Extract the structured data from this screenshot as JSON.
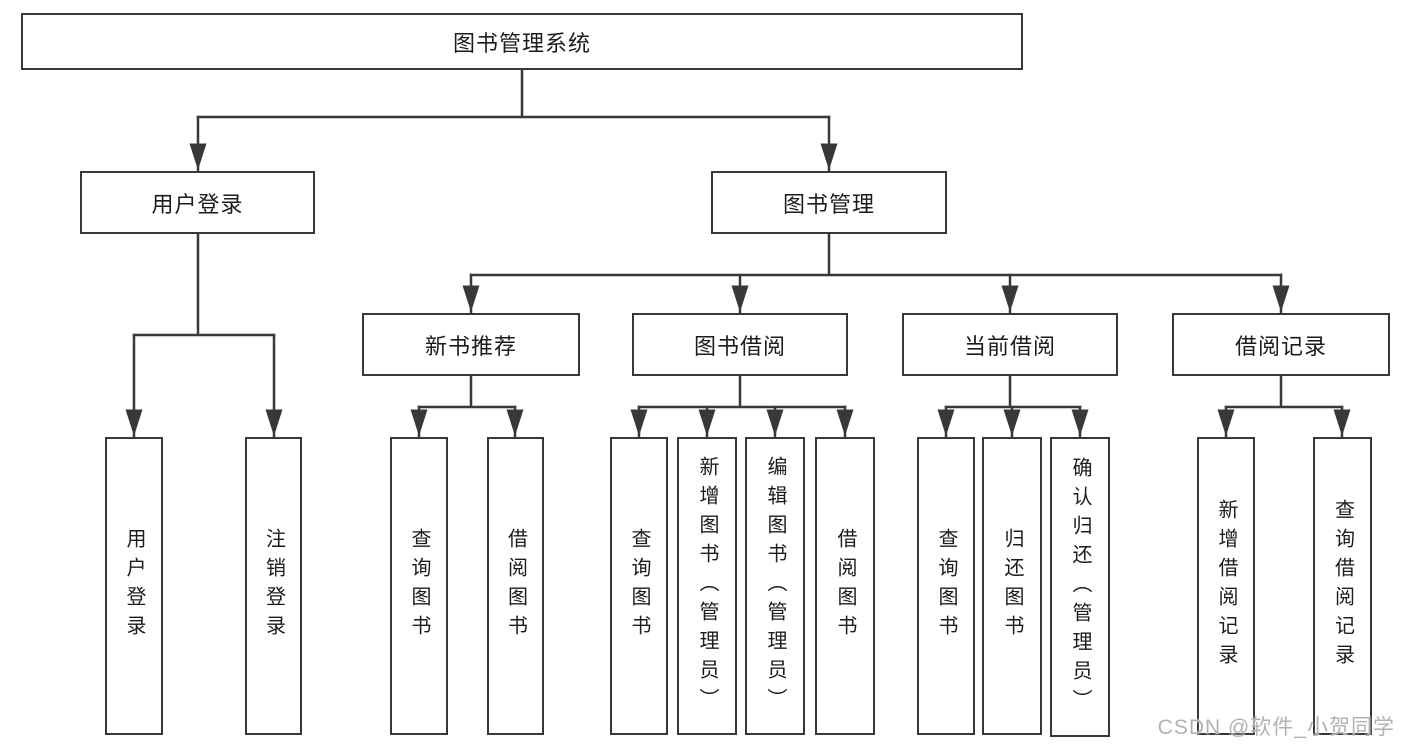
{
  "diagram": {
    "root": {
      "label": "图书管理系统"
    },
    "branches": [
      {
        "label": "用户登录",
        "children": [
          {
            "label": "用户登录"
          },
          {
            "label": "注销登录"
          }
        ]
      },
      {
        "label": "图书管理",
        "children": [
          {
            "label": "新书推荐",
            "children": [
              {
                "label": "查询图书"
              },
              {
                "label": "借阅图书"
              }
            ]
          },
          {
            "label": "图书借阅",
            "children": [
              {
                "label": "查询图书"
              },
              {
                "label": "新增图书（管理员）"
              },
              {
                "label": "编辑图书（管理员）"
              },
              {
                "label": "借阅图书"
              }
            ]
          },
          {
            "label": "当前借阅",
            "children": [
              {
                "label": "查询图书"
              },
              {
                "label": "归还图书"
              },
              {
                "label": "确认归还（管理员）"
              }
            ]
          },
          {
            "label": "借阅记录",
            "children": [
              {
                "label": "新增借阅记录"
              },
              {
                "label": "查询借阅记录"
              }
            ]
          }
        ]
      }
    ]
  },
  "watermark": {
    "text": "CSDN @软件_小贺同学"
  },
  "colors": {
    "line": "#383838",
    "text": "#1c1c1c",
    "background": "#ffffff",
    "watermark": "#b2b2b2"
  }
}
